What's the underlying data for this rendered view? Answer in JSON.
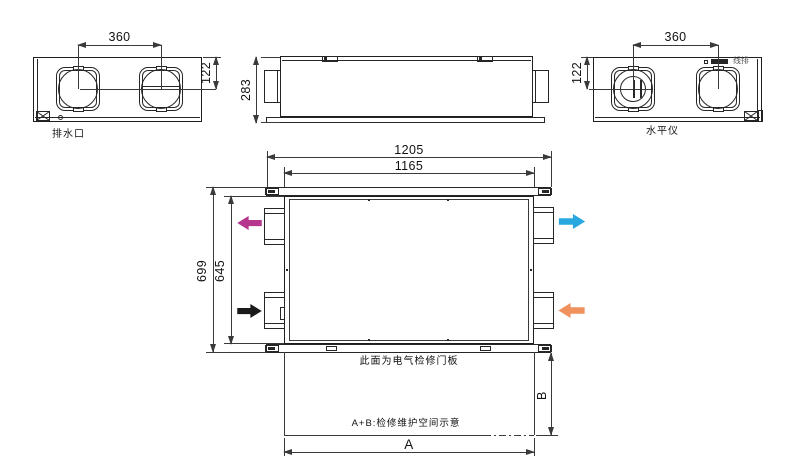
{
  "views": {
    "left_end": {
      "caption": "排水口",
      "dim_port_spacing": "360",
      "dim_port_offset": "122"
    },
    "side": {
      "dim_height": "283"
    },
    "right_end": {
      "caption": "水平仪",
      "terminal_label": "线排",
      "dim_port_spacing": "360",
      "dim_port_offset": "122"
    },
    "plan": {
      "dim_overall_length": "1205",
      "dim_body_length": "1165",
      "dim_overall_depth": "699",
      "dim_body_depth": "645",
      "dim_service_width": "A",
      "dim_service_depth": "B",
      "electric_panel_note": "此面为电气检修门板",
      "service_space_note": "A+B:检修维护空间示意"
    }
  },
  "airflow": {
    "top_left": {
      "direction": "left",
      "color": "#b5368c"
    },
    "top_right": {
      "direction": "right",
      "color": "#29a8e0"
    },
    "bottom_left": {
      "direction": "right",
      "color": "#1a1a1a"
    },
    "bottom_right": {
      "direction": "left",
      "color": "#f0915e"
    }
  },
  "line_colors": {
    "object": "#262626",
    "dimension": "#3a3a3a"
  }
}
